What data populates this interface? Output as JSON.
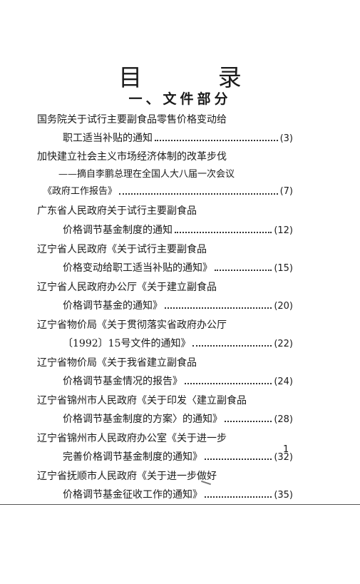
{
  "title": "目 录",
  "section_title": "一、文件部分",
  "entries": [
    {
      "line1": "国务院关于试行主要副食品零售价格变动给",
      "line2": "职工适当补贴的通知",
      "page": "(3)"
    },
    {
      "line1": "加快建立社会主义市场经济体制的改革步伐",
      "sub": "——摘自李鹏总理在全国人大八届一次会议",
      "line2": "《政府工作报告》",
      "page": "(7)"
    },
    {
      "line1": "广东省人民政府关于试行主要副食品",
      "line2": "价格调节基金制度的通知",
      "page": "(12)"
    },
    {
      "line1": "辽宁省人民政府《关于试行主要副食品",
      "line2": "价格变动给职工适当补贴的通知》",
      "page": "(15)"
    },
    {
      "line1": "辽宁省人民政府办公厅《关于建立副食品",
      "line2": "价格调节基金的通知》",
      "page": "(20)"
    },
    {
      "line1": "辽宁省物价局《关于贯彻落实省政府办公厅",
      "line2": "〔1992〕15号文件的通知》",
      "page": "(22)"
    },
    {
      "line1": "辽宁省物价局《关于我省建立副食品",
      "line2": "价格调节基金情况的报告》",
      "page": "(24)"
    },
    {
      "line1": "辽宁省锦州市人民政府《关于印发〈建立副食品",
      "line2": "价格调节基金制度的方案〉的通知》",
      "page": "(28)"
    },
    {
      "line1": "辽宁省锦州市人民政府办公室《关于进一步",
      "line2": "完善价格调节基金制度的通知》",
      "page": "(32)"
    },
    {
      "line1": "辽宁省抚顺市人民政府《关于进一步做好",
      "line2": "价格调节基金征收工作的通知》",
      "page": "(35)"
    }
  ],
  "folio": "1"
}
